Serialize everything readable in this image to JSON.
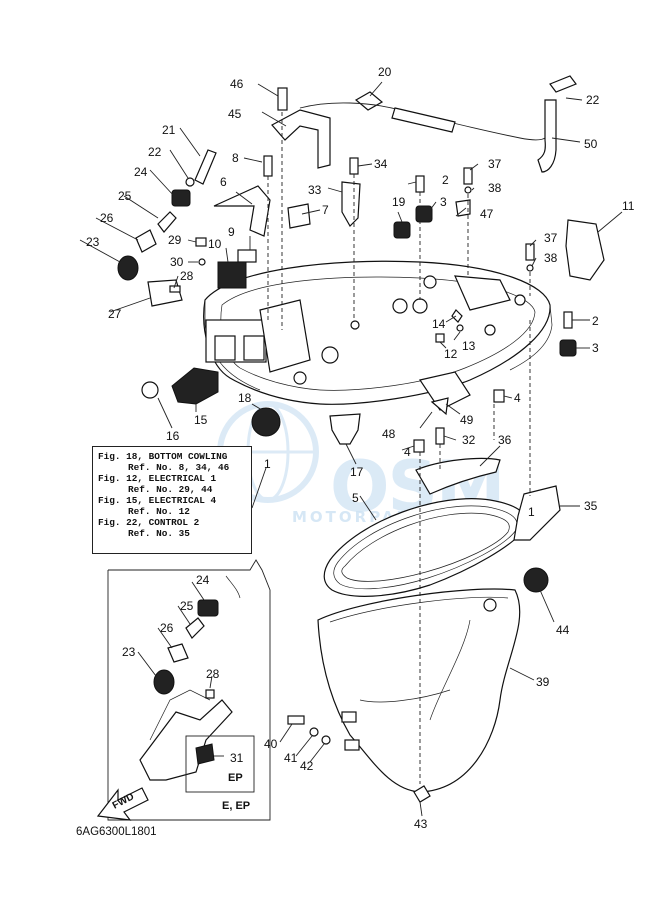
{
  "diagram": {
    "part_labels": [
      "1",
      "2",
      "3",
      "4",
      "5",
      "6",
      "7",
      "8",
      "9",
      "10",
      "11",
      "12",
      "13",
      "14",
      "15",
      "16",
      "17",
      "18",
      "19",
      "20",
      "21",
      "22",
      "23",
      "24",
      "25",
      "26",
      "27",
      "28",
      "29",
      "30",
      "31",
      "32",
      "33",
      "34",
      "35",
      "36",
      "37",
      "38",
      "39",
      "40",
      "41",
      "42",
      "43",
      "44",
      "45",
      "46",
      "47",
      "48",
      "49",
      "50"
    ],
    "reference_note": [
      "Fig. 18, BOTTOM COWLING",
      "Ref. No. 8, 34, 46",
      "Fig. 12, ELECTRICAL 1",
      "Ref. No. 29, 44",
      "Fig. 15, ELECTRICAL 4",
      "Ref. No. 12",
      "Fig. 22, CONTROL 2",
      "Ref. No. 35"
    ],
    "inset_labels": {
      "ep": "EP",
      "e_ep": "E, EP"
    },
    "fwd_label": "FWD",
    "drawing_code": "6AG6300L1801",
    "watermark": {
      "logo": "OSM",
      "text": "MOTORPARTS"
    }
  }
}
